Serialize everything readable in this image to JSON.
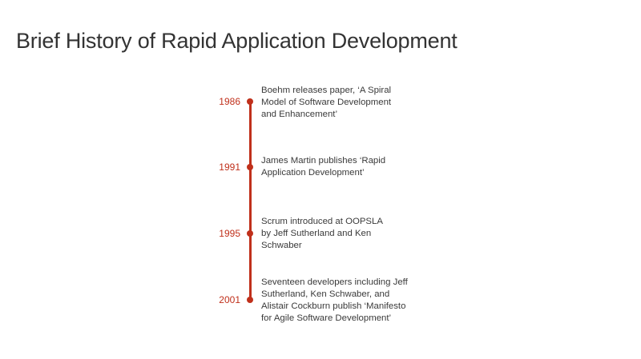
{
  "title": "Brief History of Rapid Application Development",
  "accent_color": "#c0301b",
  "timeline": [
    {
      "year": "1986",
      "text": "Boehm releases paper, ‘A Spiral\nModel of Software Development\nand Enhancement’"
    },
    {
      "year": "1991",
      "text": "James Martin publishes ‘Rapid\nApplication Development’"
    },
    {
      "year": "1995",
      "text": "Scrum introduced at OOPSLA\nby Jeff Sutherland and Ken\nSchwaber"
    },
    {
      "year": "2001",
      "text": "Seventeen developers including Jeff\nSutherland, Ken Schwaber, and\nAlistair Cockburn publish ‘Manifesto\nfor Agile Software Development’"
    }
  ]
}
